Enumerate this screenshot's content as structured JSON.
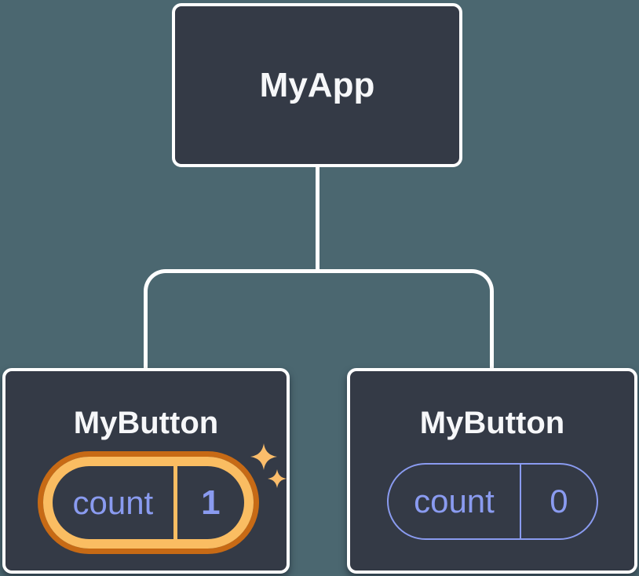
{
  "diagram": {
    "type": "component-tree",
    "colors": {
      "background": "#4B6770",
      "node_fill": "#343A46",
      "node_border": "#FFFFFF",
      "connector": "#FFFFFF",
      "label_text": "#F6F7F9",
      "state_accent": "#8A9BF0",
      "highlight_ring_outer": "#C76A15",
      "highlight_ring_inner": "#FABD62",
      "sparkle": "#FBBD6B"
    },
    "root": {
      "label": "MyApp"
    },
    "children": [
      {
        "label": "MyButton",
        "state_key": "count",
        "state_value": "1",
        "highlighted": true,
        "icons": [
          "sparkle-icon-large",
          "sparkle-icon-small"
        ]
      },
      {
        "label": "MyButton",
        "state_key": "count",
        "state_value": "0",
        "highlighted": false
      }
    ]
  }
}
